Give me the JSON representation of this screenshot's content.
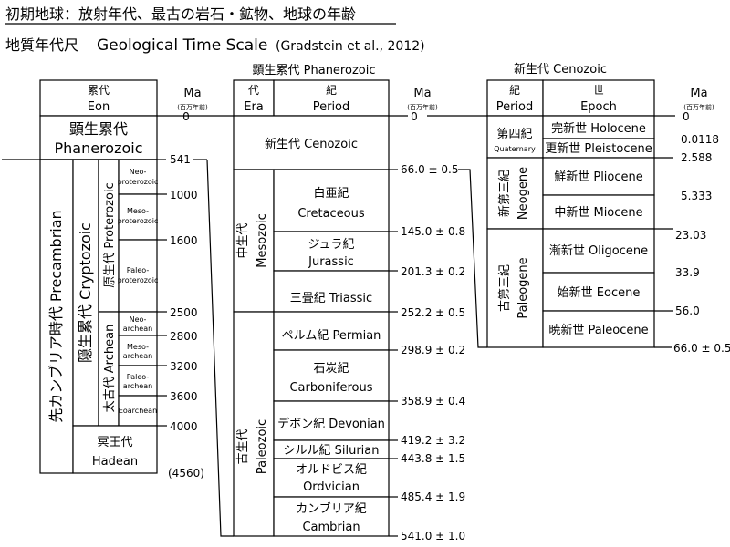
{
  "title": "初期地球：放射年代、最古の岩石・鉱物、地球の年齢",
  "subtitle_ja": "地質年代尺",
  "subtitle_en": "Geological Time Scale",
  "subtitle_ref": "(Gradstein et al., 2012)",
  "left": {
    "header_ja": "累代",
    "header_en": "Eon",
    "ma_label": "Ma",
    "ma_sub": "(百万年前)",
    "phanerozoic_ja": "顕生累代",
    "phanerozoic_en": "Phanerozoic",
    "precambrian": "先カンブリア時代 Precambrian",
    "cryptozoic": "隠生累代 Cryptozoic",
    "proterozoic": "原生代 Proterozoic",
    "archean": "太古代 Archean",
    "neoproterozoic": [
      "Neo-",
      "proterozoic"
    ],
    "mesoproterozoic": [
      "Meso-",
      "proterozoic"
    ],
    "paleoproterozoic": [
      "Paleo-",
      "proterozoic"
    ],
    "neoarchean": [
      "Neo-",
      "archean"
    ],
    "mesoarchean": [
      "Meso-",
      "archean"
    ],
    "paleoarchean": [
      "Paleo-",
      "archean"
    ],
    "eoarchean": "Eoarchean",
    "hadean_ja": "冥王代",
    "hadean_en": "Hadean",
    "ages": [
      "0",
      "541",
      "1000",
      "1600",
      "2500",
      "2800",
      "3200",
      "3600",
      "4000"
    ],
    "earth_age": "(4560)"
  },
  "middle": {
    "top_label": "顕生累代 Phanerozoic",
    "era_ja": "代",
    "era_en": "Era",
    "period_ja": "紀",
    "period_en": "Period",
    "ma_label": "Ma",
    "ma_sub": "(百万年前)",
    "cenozoic": "新生代 Cenozoic",
    "mesozoic_ja": "中生代",
    "mesozoic_en": "Mesozoic",
    "paleozoic_ja": "古生代",
    "paleozoic_en": "Paleozoic",
    "cretaceous": [
      "白亜紀",
      "Cretaceous"
    ],
    "jurassic": [
      "ジュラ紀",
      "Jurassic"
    ],
    "triassic": "三畳紀 Triassic",
    "permian": "ペルム紀 Permian",
    "carboniferous": [
      "石炭紀",
      "Carboniferous"
    ],
    "devonian": "デボン紀 Devonian",
    "silurian": "シルル紀 Silurian",
    "ordovician": [
      "オルドビス紀",
      "Ordvician"
    ],
    "cambrian": [
      "カンブリア紀",
      "Cambrian"
    ],
    "ages": [
      "0",
      "66.0 ± 0.5",
      "145.0 ± 0.8",
      "201.3 ± 0.2",
      "252.2 ± 0.5",
      "298.9 ± 0.2",
      "358.9 ± 0.4",
      "419.2 ± 3.2",
      "443.8 ± 1.5",
      "485.4 ± 1.9",
      "541.0 ± 1.0"
    ]
  },
  "right": {
    "top_label": "新生代 Cenozoic",
    "period_ja": "紀",
    "period_en": "Period",
    "epoch_ja": "世",
    "epoch_en": "Epoch",
    "ma_label": "Ma",
    "ma_sub": "(百万年前)",
    "quaternary_ja": "第四紀",
    "quaternary_en": "Quaternary",
    "neogene_ja": "新第三紀",
    "neogene_en": "Neogene",
    "paleogene_ja": "古第三紀",
    "paleogene_en": "Paleogene",
    "holocene": "完新世 Holocene",
    "pleistocene": "更新世 Pleistocene",
    "pliocene": "鮮新世 Pliocene",
    "miocene": "中新世 Miocene",
    "oligocene": "漸新世 Oligocene",
    "eocene": "始新世 Eocene",
    "paleocene": "暁新世 Paleocene",
    "ages": [
      "0",
      "0.0118",
      "2.588",
      "5.333",
      "23.03",
      "33.9",
      "56.0",
      "66.0 ± 0.5"
    ]
  }
}
